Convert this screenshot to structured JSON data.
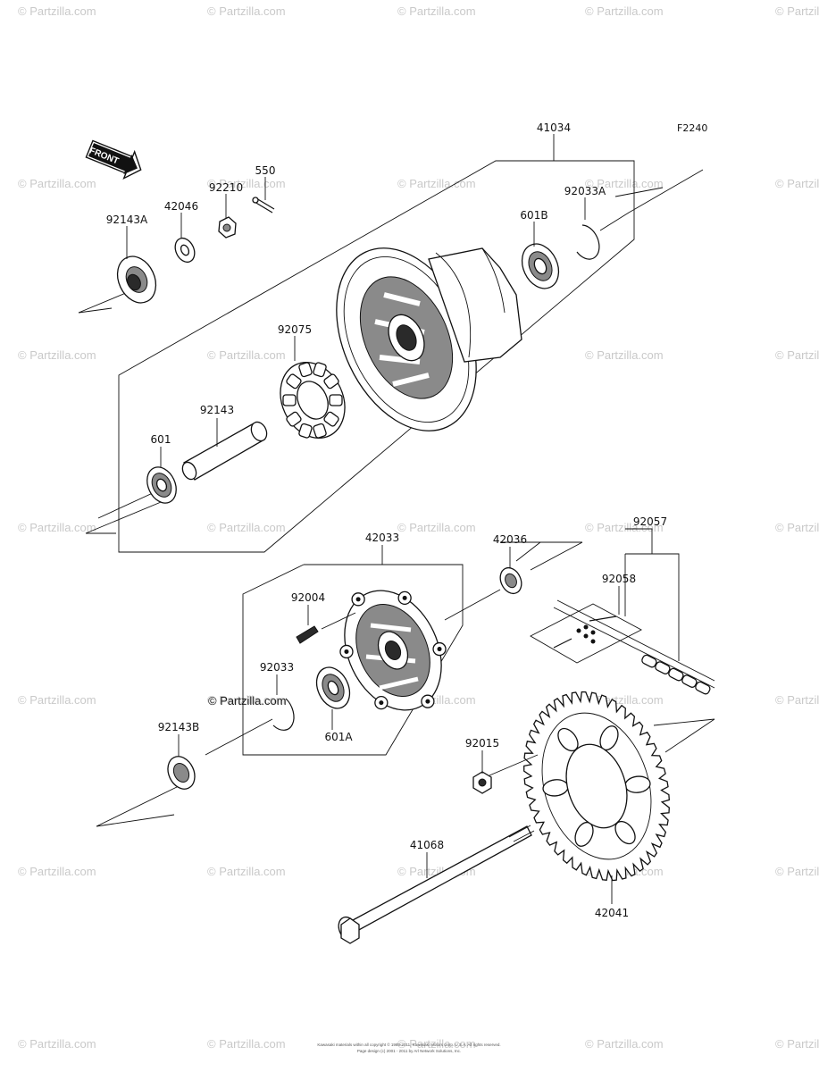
{
  "figure_code": "F2240",
  "front_arrow_label": "FRONT",
  "part_numbers": {
    "p41034": "41034",
    "p92143A": "92143A",
    "p42046": "42046",
    "p92210": "92210",
    "p550": "550",
    "p92033A": "92033A",
    "p601B": "601B",
    "p92075": "92075",
    "p92143": "92143",
    "p601": "601",
    "p42033": "42033",
    "p42036": "42036",
    "p92057": "92057",
    "p92058": "92058",
    "p92004": "92004",
    "p92033": "92033",
    "p601A": "601A",
    "p92143B": "92143B",
    "p92015": "92015",
    "p41068": "41068",
    "p42041": "42041"
  },
  "watermark_text": "© Partzilla.com",
  "copyright_stamp": "© Partzilla.com",
  "footer_line1": "Kawasaki materials within all copyright © 1985-2011, Kawasaki Motors Corp. U.S.A. All rights reserved.",
  "footer_line2": "Page design (c) 2001 - 2011 by Arl Network Solutions, Inc."
}
